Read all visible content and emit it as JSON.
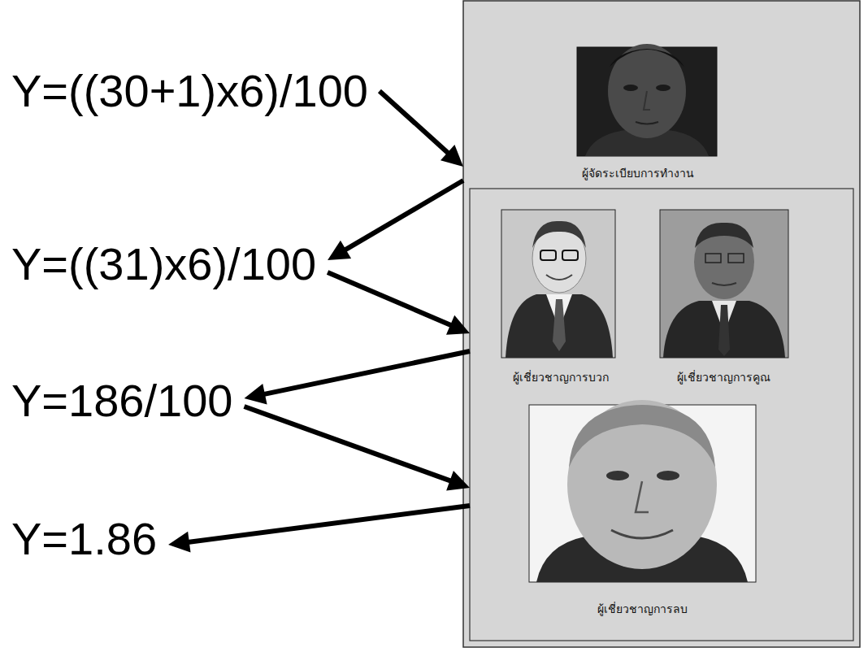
{
  "diagram": {
    "nodes": [
      {
        "text": [
          "Y=((30+1)x6)/100"
        ]
      },
      {
        "text": [
          "ผู้จัดระเบียบการทำงาน"
        ]
      },
      {
        "text": [
          "Y=((31)x6)/100"
        ]
      },
      {
        "text": [
          "ผู้เชี่ยวชาญการบวก"
        ]
      },
      {
        "text": [
          "ผู้เชี่ยวชาญการคูณ"
        ]
      },
      {
        "text": [
          "Y=186/100"
        ]
      },
      {
        "text": [
          "ผู้เชี่ยวชาญการลบ"
        ]
      },
      {
        "text": [
          "Y=1.86"
        ]
      }
    ],
    "edges": [
      {
        "from": 0,
        "to": 1,
        "arrow": "to"
      },
      {
        "from": 1,
        "to": 2,
        "arrow": "to"
      },
      {
        "from": 2,
        "to": 3,
        "arrow": "to"
      },
      {
        "from": 3,
        "to": 5,
        "arrow": "to"
      },
      {
        "from": 5,
        "to": 6,
        "arrow": "to"
      },
      {
        "from": 6,
        "to": 7,
        "arrow": "to"
      }
    ]
  }
}
